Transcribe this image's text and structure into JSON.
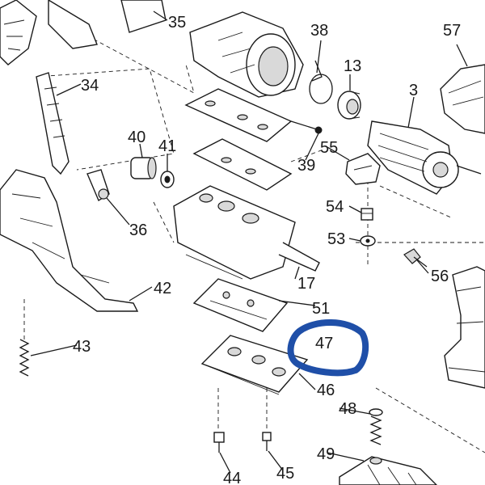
{
  "colors": {
    "ink": "#1a1a1a",
    "highlight": "#1f4fa8",
    "paper": "#ffffff"
  },
  "labels": {
    "p34": "34",
    "p35": "35",
    "p36": "36",
    "p38": "38",
    "p13": "13",
    "p57": "57",
    "p3": "3",
    "p40": "40",
    "p41": "41",
    "p39": "39",
    "p55": "55",
    "p54": "54",
    "p53": "53",
    "p56": "56",
    "p17": "17",
    "p42": "42",
    "p51": "51",
    "p47": "47",
    "p43": "43",
    "p46": "46",
    "p48": "48",
    "p49": "49",
    "p44": "44",
    "p45": "45"
  }
}
